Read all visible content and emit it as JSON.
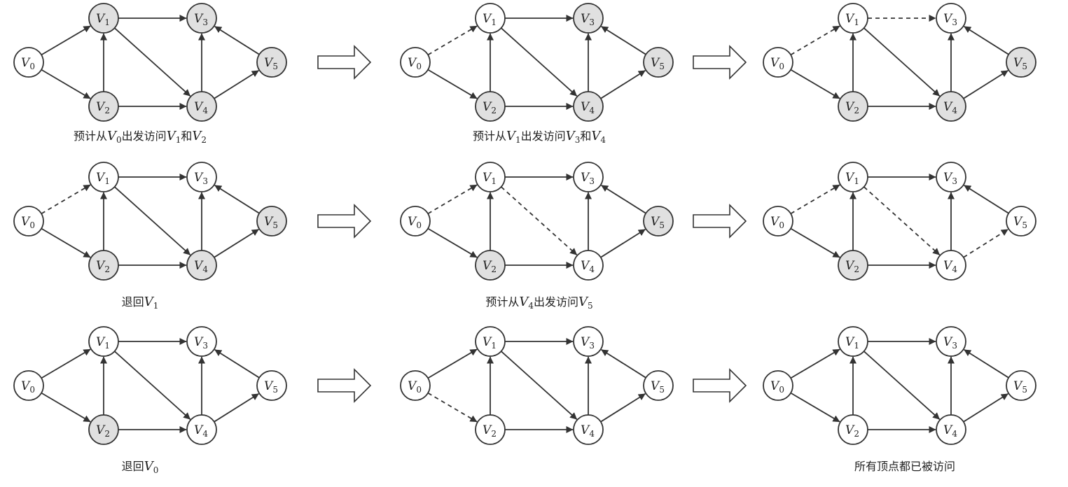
{
  "colors": {
    "visited_fill": "#e0e0e0",
    "unvisited_fill": "#ffffff",
    "stroke": "#333333"
  },
  "node_labels": {
    "V0": {
      "letter": "V",
      "sub": "0"
    },
    "V1": {
      "letter": "V",
      "sub": "1"
    },
    "V2": {
      "letter": "V",
      "sub": "2"
    },
    "V3": {
      "letter": "V",
      "sub": "3"
    },
    "V4": {
      "letter": "V",
      "sub": "4"
    },
    "V5": {
      "letter": "V",
      "sub": "5"
    }
  },
  "edges": [
    [
      "V0",
      "V1"
    ],
    [
      "V0",
      "V2"
    ],
    [
      "V2",
      "V1"
    ],
    [
      "V1",
      "V3"
    ],
    [
      "V1",
      "V4"
    ],
    [
      "V2",
      "V4"
    ],
    [
      "V4",
      "V3"
    ],
    [
      "V4",
      "V5"
    ],
    [
      "V5",
      "V3"
    ]
  ],
  "panels": [
    {
      "visited": [
        "V1",
        "V2",
        "V3",
        "V4",
        "V5"
      ],
      "dashed": [],
      "caption": [
        {
          "t": "预计从"
        },
        {
          "v": "V",
          "s": "0"
        },
        {
          "t": "出发访问"
        },
        {
          "v": "V",
          "s": "1"
        },
        {
          "t": "和"
        },
        {
          "v": "V",
          "s": "2"
        }
      ]
    },
    {
      "visited": [
        "V2",
        "V3",
        "V4",
        "V5"
      ],
      "dashed": [
        [
          "V0",
          "V1"
        ]
      ],
      "caption": [
        {
          "t": "预计从"
        },
        {
          "v": "V",
          "s": "1"
        },
        {
          "t": "出发访问"
        },
        {
          "v": "V",
          "s": "3"
        },
        {
          "t": "和"
        },
        {
          "v": "V",
          "s": "4"
        }
      ]
    },
    {
      "visited": [
        "V2",
        "V4",
        "V5"
      ],
      "dashed": [
        [
          "V0",
          "V1"
        ],
        [
          "V1",
          "V3"
        ]
      ],
      "caption": []
    },
    {
      "visited": [
        "V2",
        "V4",
        "V5"
      ],
      "dashed": [
        [
          "V0",
          "V1"
        ]
      ],
      "caption": [
        {
          "t": "退回"
        },
        {
          "v": "V",
          "s": "1"
        }
      ]
    },
    {
      "visited": [
        "V2",
        "V5"
      ],
      "dashed": [
        [
          "V0",
          "V1"
        ],
        [
          "V1",
          "V4"
        ]
      ],
      "caption": [
        {
          "t": "预计从"
        },
        {
          "v": "V",
          "s": "4"
        },
        {
          "t": "出发访问"
        },
        {
          "v": "V",
          "s": "5"
        }
      ]
    },
    {
      "visited": [
        "V2"
      ],
      "dashed": [
        [
          "V0",
          "V1"
        ],
        [
          "V1",
          "V4"
        ],
        [
          "V4",
          "V5"
        ]
      ],
      "caption": []
    },
    {
      "visited": [
        "V2"
      ],
      "dashed": [],
      "caption": [
        {
          "t": "退回"
        },
        {
          "v": "V",
          "s": "0"
        }
      ]
    },
    {
      "visited": [],
      "dashed": [
        [
          "V0",
          "V2"
        ]
      ],
      "caption": []
    },
    {
      "visited": [],
      "dashed": [],
      "caption": [
        {
          "t": "所有顶点都已被访问"
        }
      ]
    }
  ]
}
